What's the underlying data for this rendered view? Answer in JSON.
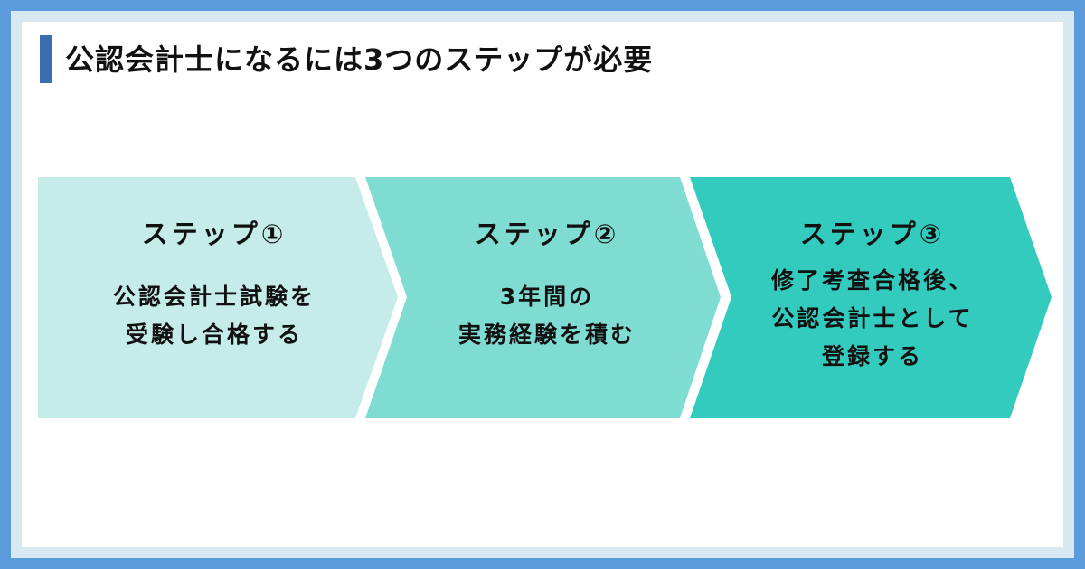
{
  "title": "公認会計士になるには3つのステップが必要",
  "colors": {
    "step1": "#c5ece8",
    "step2": "#7fdcd2",
    "step3": "#33cbbd",
    "accent": "#3a6cb0",
    "frame": "#5b9bdc"
  },
  "steps": [
    {
      "title": "ステップ①",
      "lines": [
        "公認会計士試験を",
        "受験し合格する"
      ]
    },
    {
      "title": "ステップ②",
      "lines": [
        "3年間の",
        "実務経験を積む"
      ]
    },
    {
      "title": "ステップ③",
      "lines": [
        "修了考査合格後、",
        "公認会計士として",
        "登録する"
      ]
    }
  ]
}
